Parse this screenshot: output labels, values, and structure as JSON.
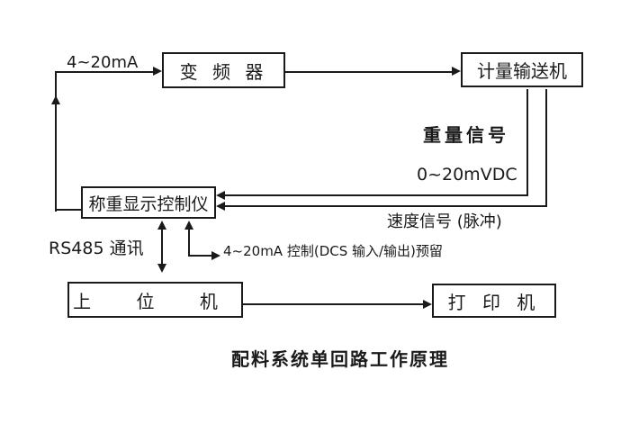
{
  "diagram": {
    "caption": "配料系统单回路工作原理",
    "boxes": {
      "inverter": "变 频 器",
      "conveyor": "计量输送机",
      "controller": "称重显示控制仪",
      "host": "上 位 机",
      "printer": "打 印 机"
    },
    "labels": {
      "current_loop": "4~20mA",
      "weight_signal": "重量信号",
      "weight_range": "0~20mVDC",
      "speed_signal": "速度信号 (脉冲)",
      "rs485": "RS485 通讯",
      "dcs_reserved": "4~20mA 控制(DCS 输入/输出)预留"
    },
    "colors": {
      "line": "#1a1a1a",
      "text": "#1a1a1a",
      "background": "#ffffff"
    }
  }
}
